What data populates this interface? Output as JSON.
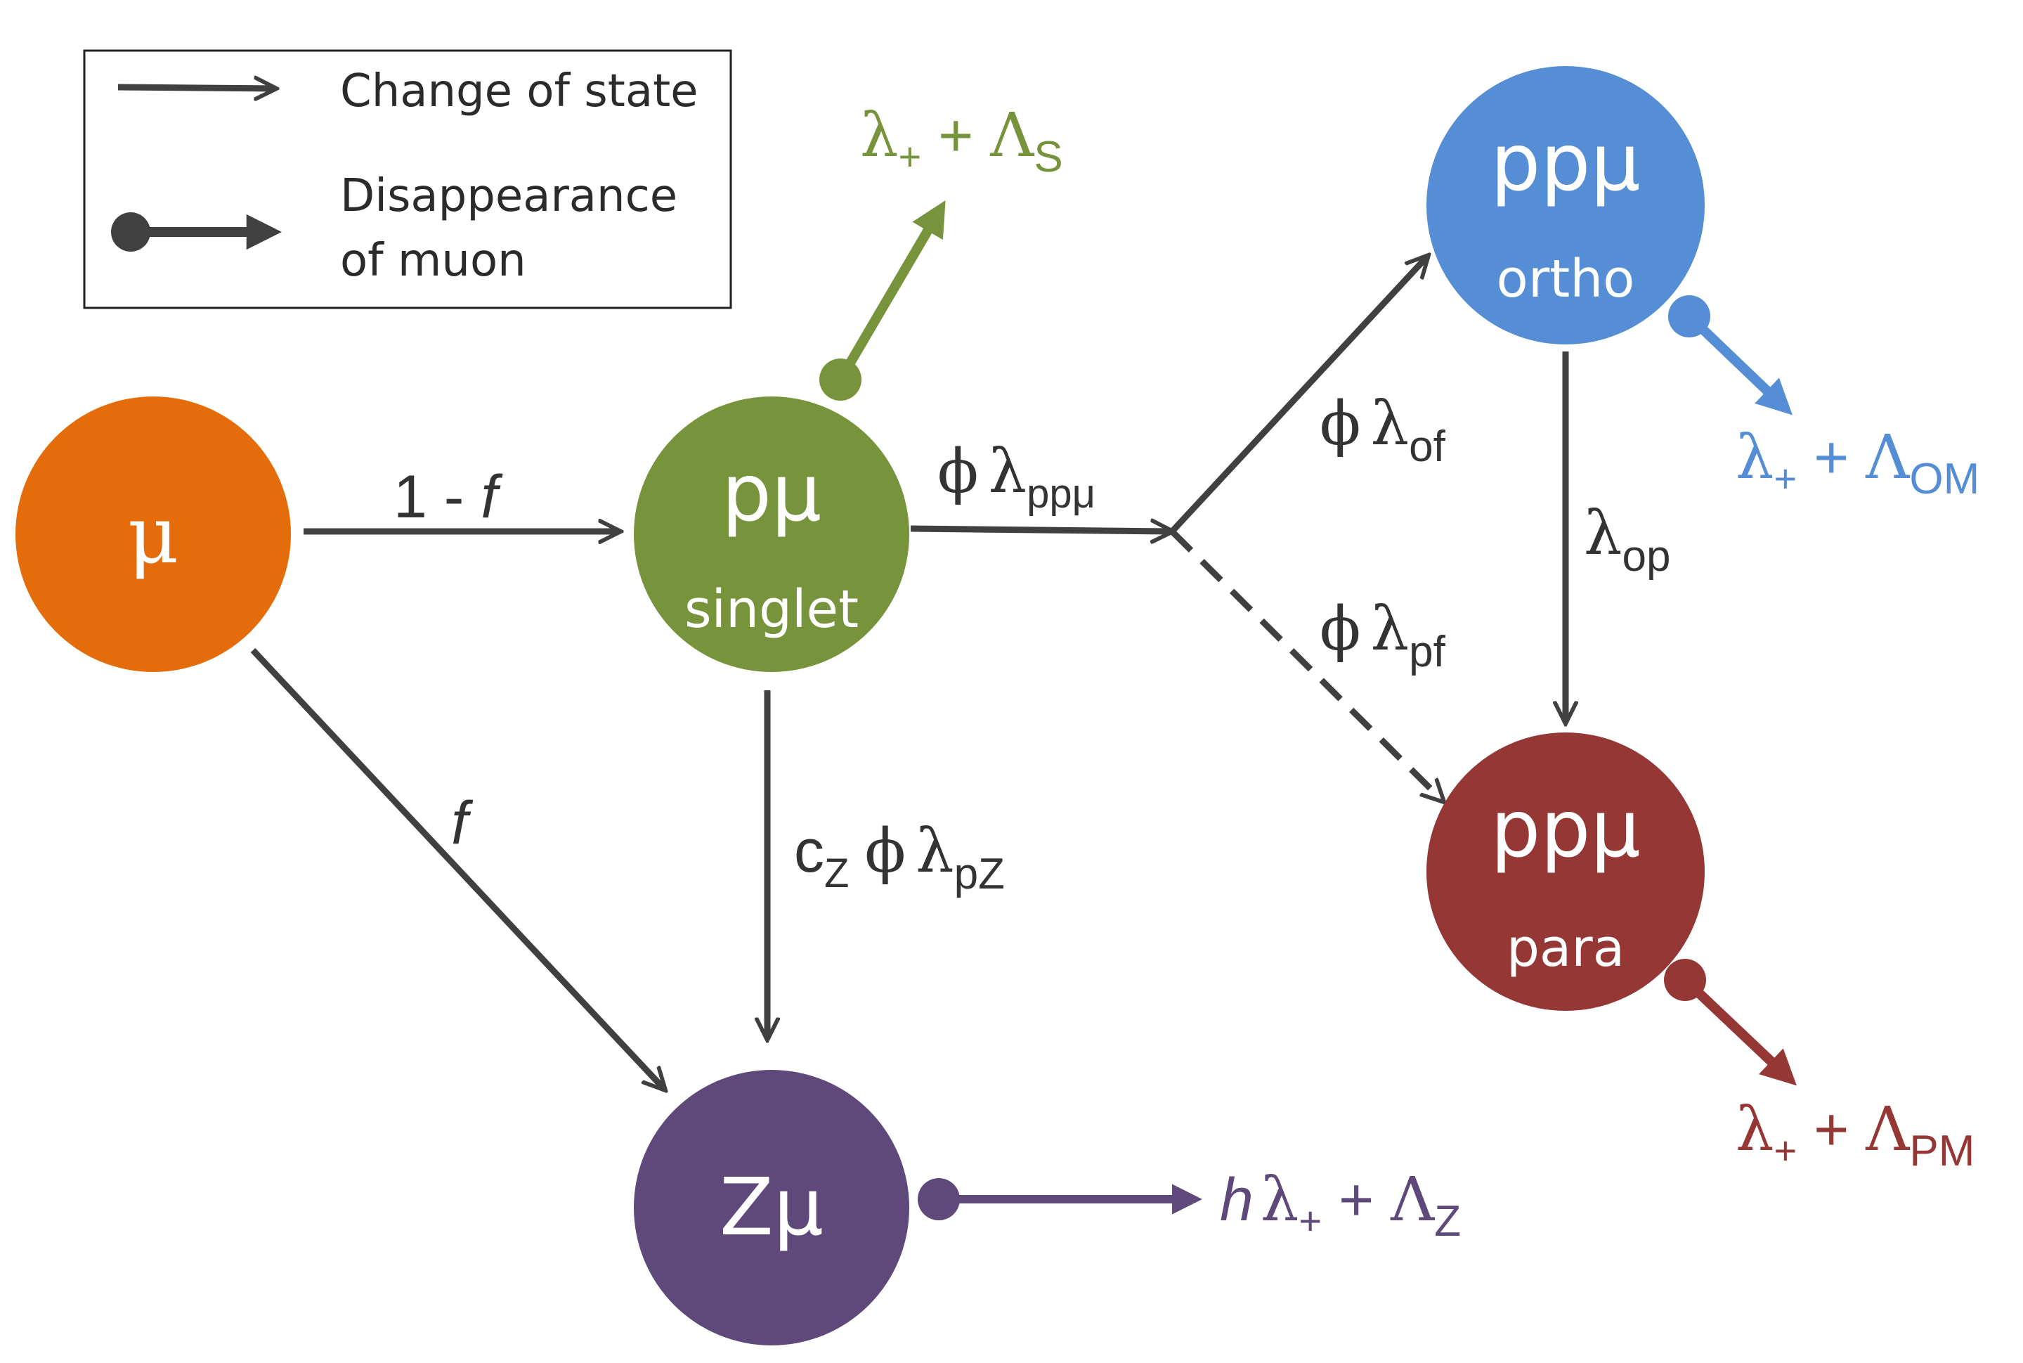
{
  "legend": {
    "change_of_state": "Change of state",
    "disappearance_line1": "Disappearance",
    "disappearance_line2": "of muon"
  },
  "nodes": {
    "mu": {
      "label": "μ",
      "color": "#E46C0A"
    },
    "pmu": {
      "label": "pμ",
      "sublabel": "singlet",
      "color": "#77933C"
    },
    "zmu": {
      "label": "Zμ",
      "color": "#5F497A"
    },
    "ppmu_ortho": {
      "label": "ppμ",
      "sublabel": "ortho",
      "color": "#558ED5"
    },
    "ppmu_para": {
      "label": "ppμ",
      "sublabel": "para",
      "color": "#953735"
    }
  },
  "transitions": {
    "mu_to_pmu": {
      "pre": "1 - ",
      "italic": "f"
    },
    "mu_to_zmu": {
      "italic": "f"
    },
    "pmu_to_ppmu": {
      "phi": "ϕ",
      "lambda": "λ",
      "sub": "ppμ"
    },
    "to_ortho": {
      "phi": "ϕ",
      "lambda": "λ",
      "sub": "of"
    },
    "to_para": {
      "phi": "ϕ",
      "lambda": "λ",
      "sub": "pf"
    },
    "ortho_to_para": {
      "lambda": "λ",
      "sub": "op"
    },
    "pmu_to_zmu": {
      "c": "c",
      "c_sub": "Z",
      "phi": "ϕ",
      "lambda": "λ",
      "sub": "pZ"
    }
  },
  "disappearances": {
    "singlet": {
      "lambda": "λ",
      "lambda_sub": "+",
      "plus": " + ",
      "Lambda": "Λ",
      "Lambda_sub": "S",
      "color": "#77933C"
    },
    "ortho": {
      "lambda": "λ",
      "lambda_sub": "+",
      "plus": " + ",
      "Lambda": "Λ",
      "Lambda_sub": "OM",
      "color": "#558ED5"
    },
    "para": {
      "lambda": "λ",
      "lambda_sub": "+",
      "plus": " + ",
      "Lambda": "Λ",
      "Lambda_sub": "PM",
      "color": "#953735"
    },
    "zmu": {
      "h": "h",
      "lambda": "λ",
      "lambda_sub": "+",
      "plus": " + ",
      "Lambda": "Λ",
      "Lambda_sub": "Z",
      "color": "#5F497A"
    }
  },
  "arrow_color": "#404040"
}
